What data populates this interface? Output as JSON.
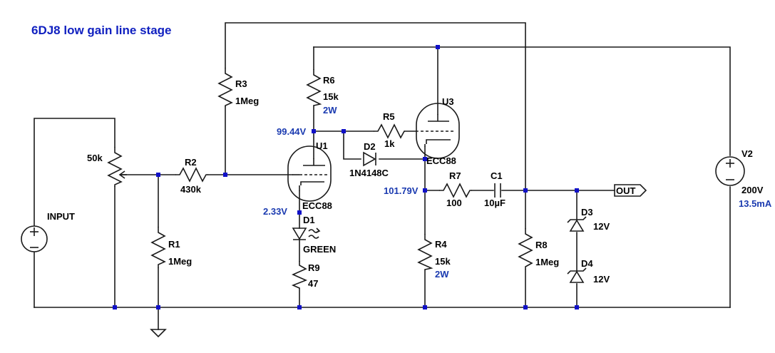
{
  "title": "6DJ8 low gain line stage",
  "components": {
    "input": {
      "name": "INPUT"
    },
    "pot": {
      "value": "50k"
    },
    "r1": {
      "name": "R1",
      "value": "1Meg"
    },
    "r2": {
      "name": "R2",
      "value": "430k"
    },
    "r3": {
      "name": "R3",
      "value": "1Meg"
    },
    "r4": {
      "name": "R4",
      "value": "15k",
      "power": "2W"
    },
    "r5": {
      "name": "R5",
      "value": "1k"
    },
    "r6": {
      "name": "R6",
      "value": "15k",
      "power": "2W"
    },
    "r7": {
      "name": "R7",
      "value": "100"
    },
    "r8": {
      "name": "R8",
      "value": "1Meg"
    },
    "r9": {
      "name": "R9",
      "value": "47"
    },
    "c1": {
      "name": "C1",
      "value": "10µF"
    },
    "d1": {
      "name": "D1",
      "value": "GREEN"
    },
    "d2": {
      "name": "D2",
      "value": "1N4148C"
    },
    "d3": {
      "name": "D3",
      "value": "12V"
    },
    "d4": {
      "name": "D4",
      "value": "12V"
    },
    "u1": {
      "name": "U1",
      "value": "ECC88"
    },
    "u3": {
      "name": "U3",
      "value": "ECC88"
    },
    "v2": {
      "name": "V2",
      "value": "200V",
      "current": "13.5mA"
    },
    "out": {
      "label": "OUT"
    }
  },
  "voltages": {
    "u1_plate": "99.44V",
    "u1_cathode": "2.33V",
    "u3_cathode": "101.79V"
  },
  "colors": {
    "wire": "#1a1a1a",
    "node": "#1010c8",
    "annotation": "#1a3ab0",
    "title": "#1020c0"
  }
}
